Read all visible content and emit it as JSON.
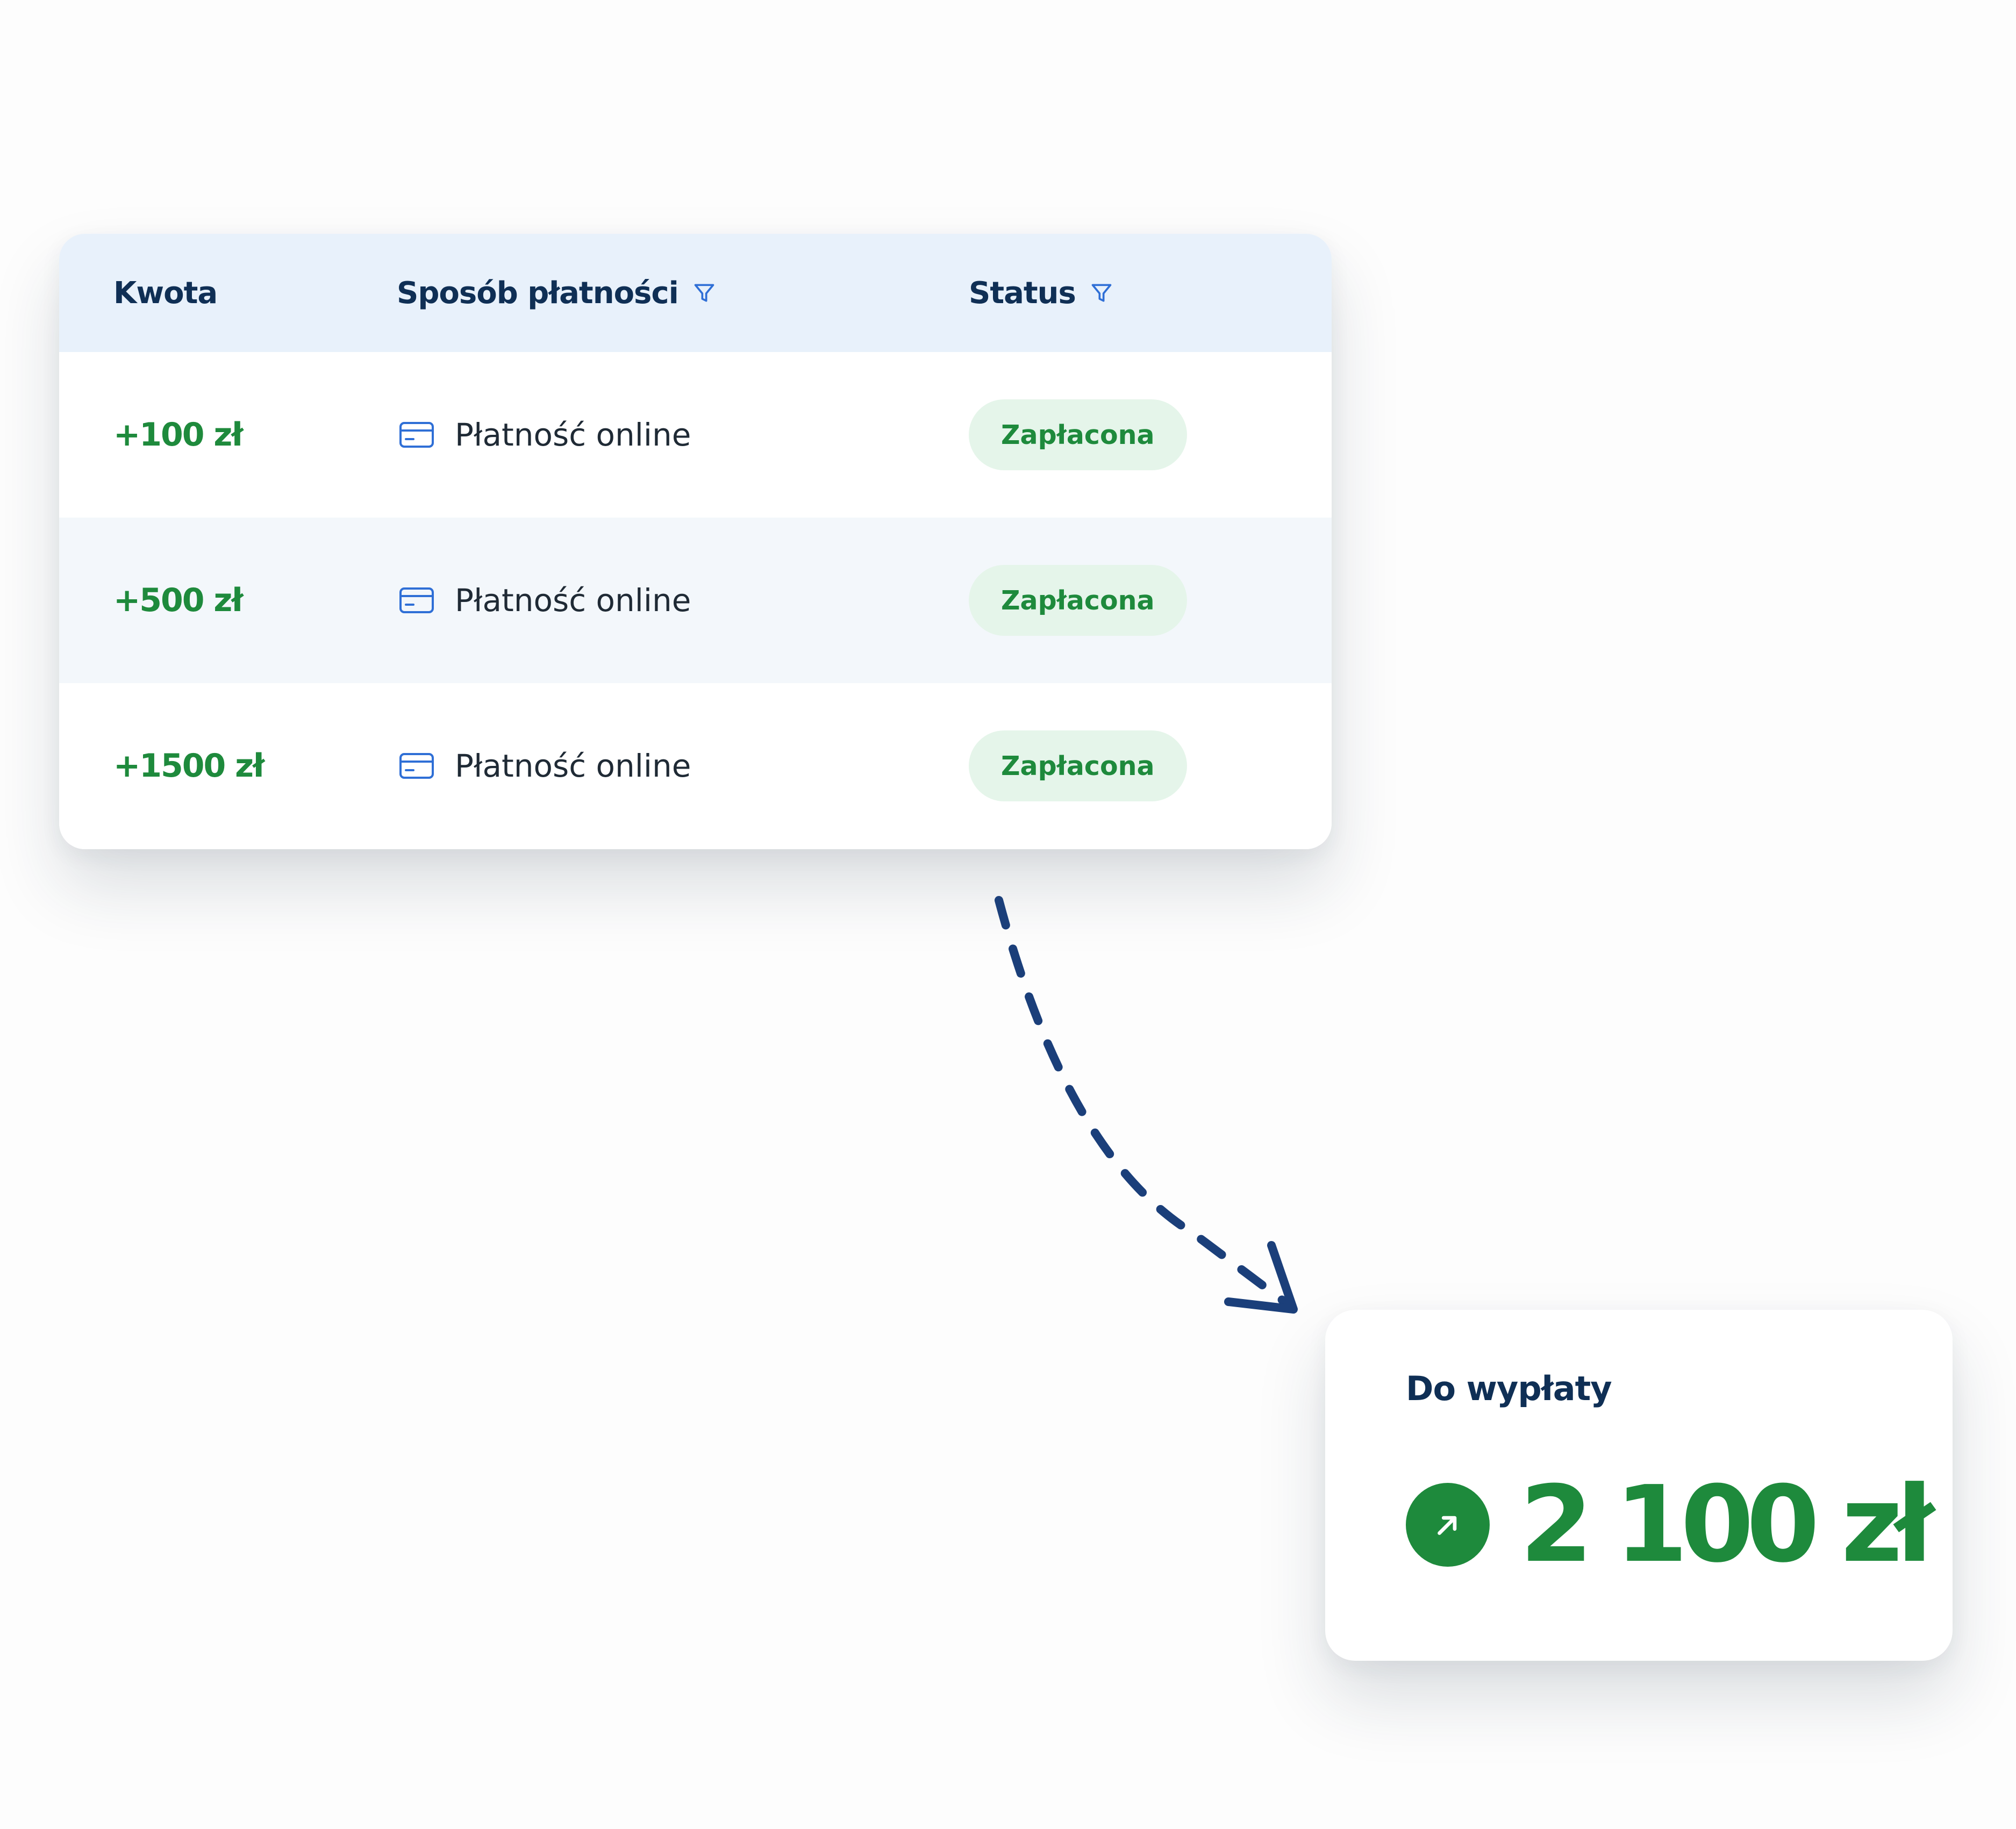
{
  "table": {
    "headers": {
      "amount": "Kwota",
      "method": "Sposób płatności",
      "status": "Status"
    },
    "rows": [
      {
        "amount": "+100 zł",
        "method": "Płatność online",
        "status": "Zapłacona"
      },
      {
        "amount": "+500 zł",
        "method": "Płatność online",
        "status": "Zapłacona"
      },
      {
        "amount": "+1500 zł",
        "method": "Płatność online",
        "status": "Zapłacona"
      }
    ]
  },
  "payout": {
    "label": "Do wypłaty",
    "amount": "2 100 zł"
  },
  "icons": {
    "filter": "filter-icon",
    "card": "credit-card-icon",
    "trend": "arrow-up-right-icon",
    "connector": "dashed-arrow"
  },
  "colors": {
    "navy": "#0f2f55",
    "green": "#1e8a3c",
    "header_bg": "#e8f1fb",
    "stripe_bg": "#f3f7fb",
    "badge_bg": "#e5f5ea",
    "icon_blue": "#2f6fd6",
    "arrow": "#1b3f7a"
  }
}
